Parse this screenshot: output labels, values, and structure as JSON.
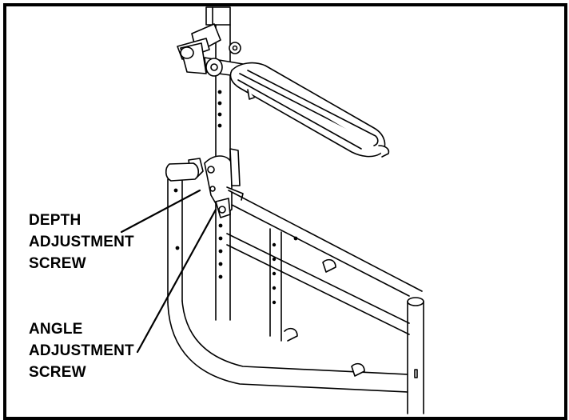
{
  "labels": {
    "depth": [
      "DEPTH",
      "ADJUSTMENT",
      "SCREW"
    ],
    "angle": [
      "ANGLE",
      "ADJUSTMENT",
      "SCREW"
    ]
  },
  "colors": {
    "line": "#000000",
    "background": "#ffffff"
  }
}
